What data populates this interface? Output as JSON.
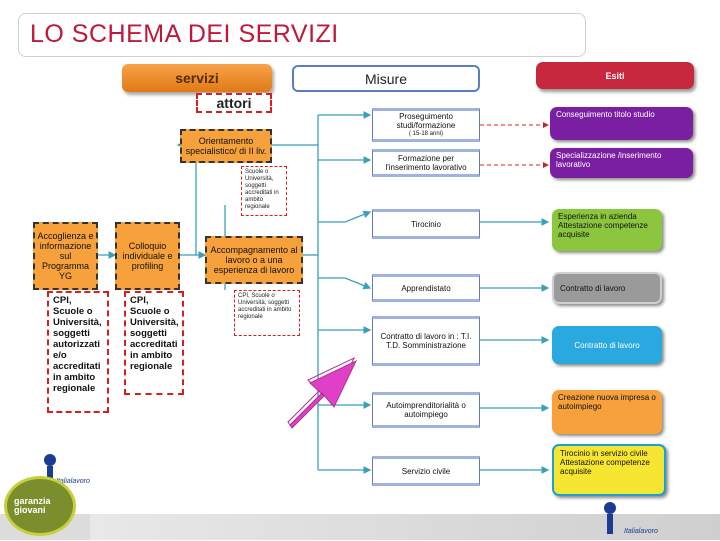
{
  "title": "LO SCHEMA DEI SERVIZI",
  "headers": {
    "servizi": "servizi",
    "misure": "Misure",
    "esiti": "Esiti",
    "attori": "attori"
  },
  "servizi": {
    "accoglienza": "Accoglienza e informazione sul Programma YG",
    "colloquio": "Colloquio individuale e profiling",
    "orientamento": "Orientamento specialistico/ di II liv.",
    "accompagnamento": "Accompagnamento al lavoro o a una esperienza di lavoro"
  },
  "attori_boxes": {
    "cpi1": "CPI, Scuole o Università, soggetti autorizzati e/o accreditati in ambito regionale",
    "cpi2": "CPI, Scuole o Università, soggetti accreditati in ambito regionale",
    "scuole_small": "Scuole o Università, soggetti accreditati in ambito regionale",
    "cpi_small": "CPI, Scuole o Università, soggetti accreditati in ambito regionale"
  },
  "misure": [
    {
      "label": "Proseguimento studi/formazione",
      "sub": "( 15-18 anni)"
    },
    {
      "label": "Formazione per l'inserimento lavorativo",
      "sub": ""
    },
    {
      "label": "Tirocinio",
      "sub": ""
    },
    {
      "label": "Apprendistato",
      "sub": ""
    },
    {
      "label": "Contratto di lavoro in : T.I. T.D. Somministrazione",
      "sub": ""
    },
    {
      "label": "Autoimprenditorialità o autoimpiego",
      "sub": ""
    },
    {
      "label": "Servizio civile",
      "sub": ""
    }
  ],
  "esiti": [
    {
      "label": "Conseguimento titolo studio",
      "color": "#7a1fa2"
    },
    {
      "label": "Specializzazione /inserimento lavorativo",
      "color": "#7a1fa2"
    },
    {
      "label": "Esperienza in azienda Attestazione competenze acquisite",
      "color": "#8cc63f"
    },
    {
      "label": "Contratto di lavoro",
      "color": "#9a9a9a"
    },
    {
      "label": "Contratto di lavoro",
      "color": "#2aa8e0"
    },
    {
      "label": "Creazione nuova impresa o autoimpiego",
      "color": "#f6a13b"
    },
    {
      "label": "Tirocinio in servizio civile Attestazione competenze acquisite",
      "color": "#f6e631"
    }
  ],
  "logos": {
    "garanzia": "garanzia giovani",
    "italialavoro": "Italialavoro"
  },
  "colors": {
    "title": "#c0183a",
    "orange": "#f6a13b",
    "red_dash": "#d62020",
    "pink_arrow": "#e040c8"
  }
}
